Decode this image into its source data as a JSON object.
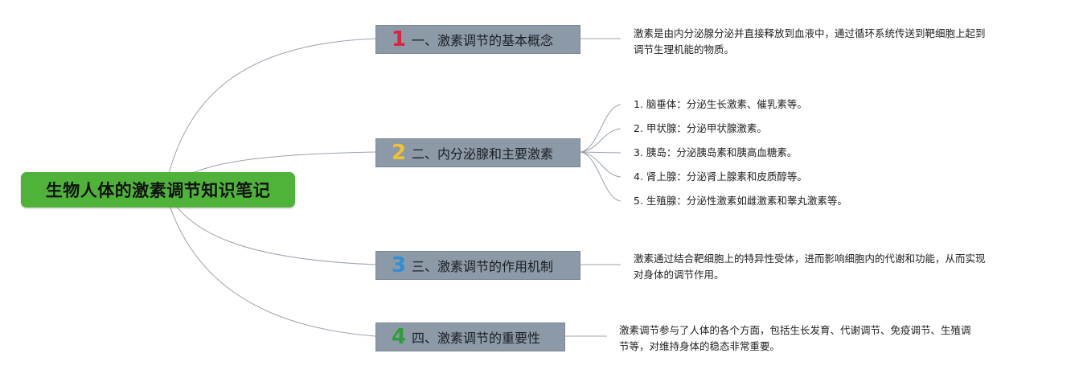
{
  "root": {
    "title": "生物人体的激素调节知识笔记"
  },
  "branches": [
    {
      "number": "1",
      "number_color": "#d7263d",
      "label": "一、激素调节的基本概念",
      "details": [
        "激素是由内分泌腺分泌并直接释放到血液中，通过循环系统传送到靶细胞上起到",
        "调节生理机能的物质。"
      ]
    },
    {
      "number": "2",
      "number_color": "#f2c12e",
      "label": "二、内分泌腺和主要激素",
      "items": [
        "1. 脑垂体：分泌生长激素、催乳素等。",
        "2. 甲状腺：分泌甲状腺激素。",
        "3. 胰岛：分泌胰岛素和胰高血糖素。",
        "4. 肾上腺：分泌肾上腺素和皮质醇等。",
        "5. 生殖腺：分泌性激素如雌激素和睾丸激素等。"
      ]
    },
    {
      "number": "3",
      "number_color": "#2e8fd6",
      "label": "三、激素调节的作用机制",
      "details": [
        "激素通过结合靶细胞上的特异性受体，进而影响细胞内的代谢和功能，从而实现",
        "对身体的调节作用。"
      ]
    },
    {
      "number": "4",
      "number_color": "#2f9e3a",
      "label": "四、激素调节的重要性",
      "details": [
        "激素调节参与了人体的各个方面，包括生长发育、代谢调节、免疫调节、生殖调",
        "节等，对维持身体的稳态非常重要。"
      ]
    }
  ],
  "colors": {
    "root_fill": "#4fb33a",
    "branch_fill": "#8c99a6",
    "connector": "#9aa3ae"
  }
}
